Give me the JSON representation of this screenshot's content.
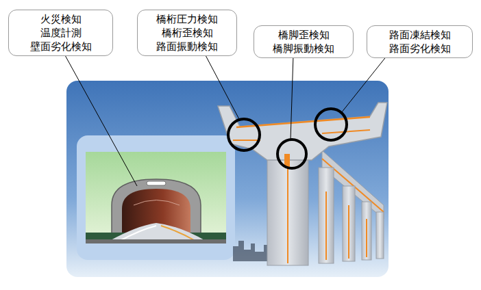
{
  "diagram": {
    "nodes": [
      {
        "text": [
          "火災検知",
          "温度計測",
          "壁面劣化検知"
        ]
      },
      {
        "text": [
          "橋桁圧力検知",
          "橋桁歪検知",
          "路面振動検知"
        ]
      },
      {
        "text": [
          "橋脚歪検知",
          "橋脚振動検知"
        ]
      },
      {
        "text": [
          "路面凍結検知",
          "路面劣化検知"
        ]
      }
    ]
  }
}
